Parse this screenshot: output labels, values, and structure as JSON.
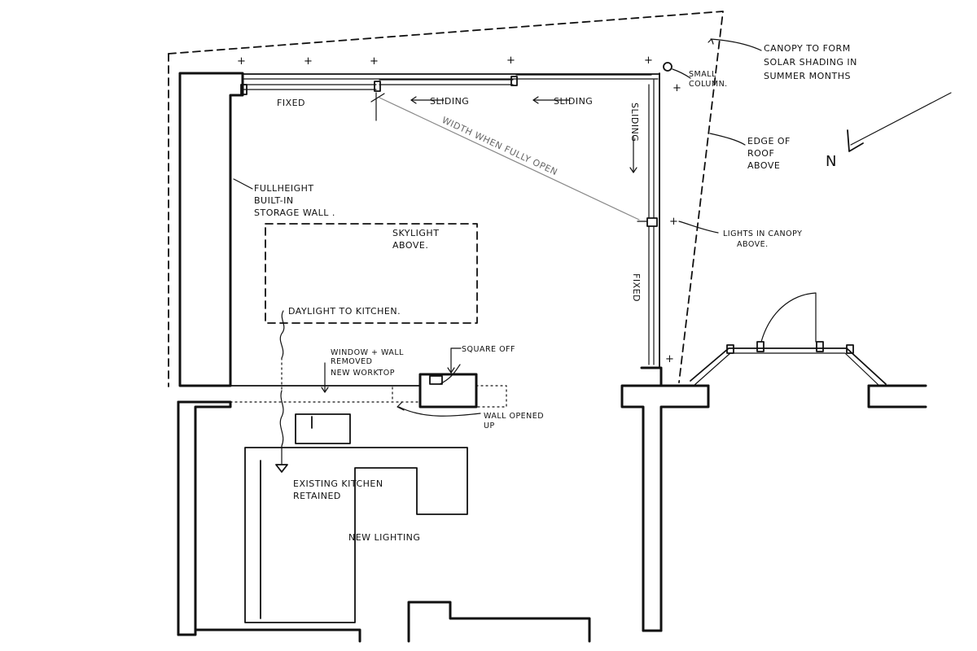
{
  "labels": {
    "canopy_note": [
      "CANOPY TO FORM",
      "SOLAR SHADING IN",
      "SUMMER MONTHS"
    ],
    "small_column": [
      "SMALL",
      "COLUMN."
    ],
    "fixed_top": "FIXED",
    "sliding_1": "SLIDING",
    "sliding_2": "SLIDING",
    "sliding_vertical": "SLIDING",
    "width_when_open": "WIDTH WHEN FULLY OPEN",
    "edge_of_roof": [
      "EDGE OF",
      "ROOF",
      "ABOVE"
    ],
    "north": "N",
    "storage_wall": [
      "FULLHEIGHT",
      "BUILT-IN",
      "STORAGE WALL ."
    ],
    "skylight": [
      "SKYLIGHT",
      "ABOVE."
    ],
    "lights_canopy": [
      "LIGHTS IN CANOPY",
      "ABOVE."
    ],
    "fixed_vertical": "FIXED",
    "daylight": "DAYLIGHT TO KITCHEN.",
    "window_wall": [
      "WINDOW + WALL",
      "REMOVED"
    ],
    "new_worktop": "NEW WORKTOP",
    "square_off": "SQUARE OFF",
    "wall_opened": [
      "WALL OPENED",
      "UP"
    ],
    "existing_kitchen": [
      "EXISTING KITCHEN",
      "RETAINED"
    ],
    "new_lighting": "NEW LIGHTING"
  }
}
